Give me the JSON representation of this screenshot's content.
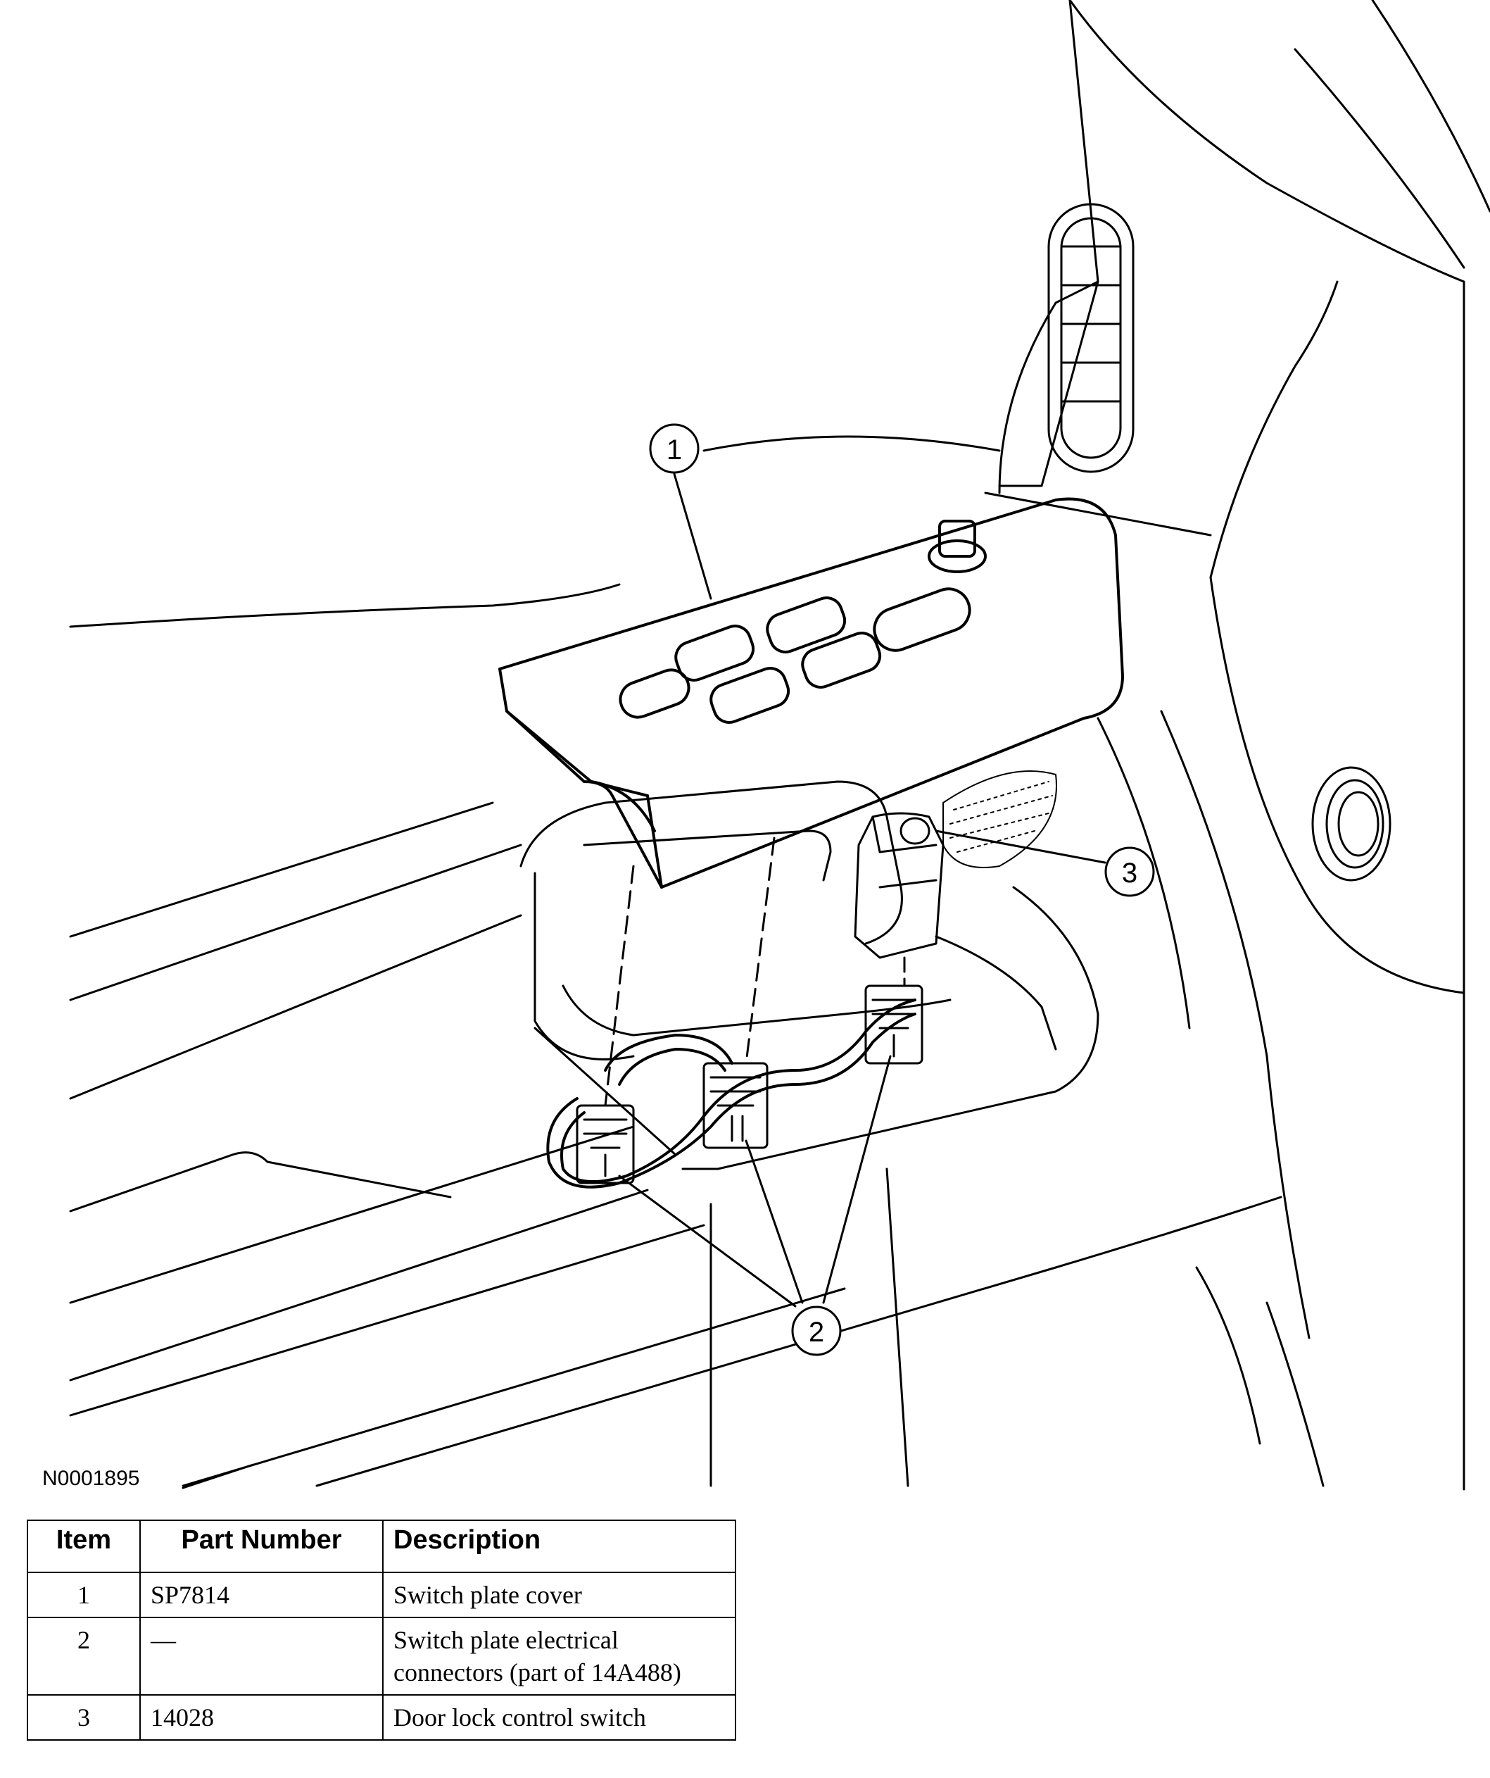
{
  "figure_id": "N0001895",
  "callouts": {
    "c1": "1",
    "c2": "2",
    "c3": "3"
  },
  "table": {
    "headers": {
      "item": "Item",
      "part_number": "Part Number",
      "description": "Description"
    },
    "rows": [
      {
        "item": "1",
        "part_number": "SP7814",
        "description": "Switch plate cover"
      },
      {
        "item": "2",
        "part_number": "—",
        "description": "Switch plate electrical connectors (part of 14A488)"
      },
      {
        "item": "3",
        "part_number": "14028",
        "description": "Door lock control switch"
      }
    ]
  }
}
